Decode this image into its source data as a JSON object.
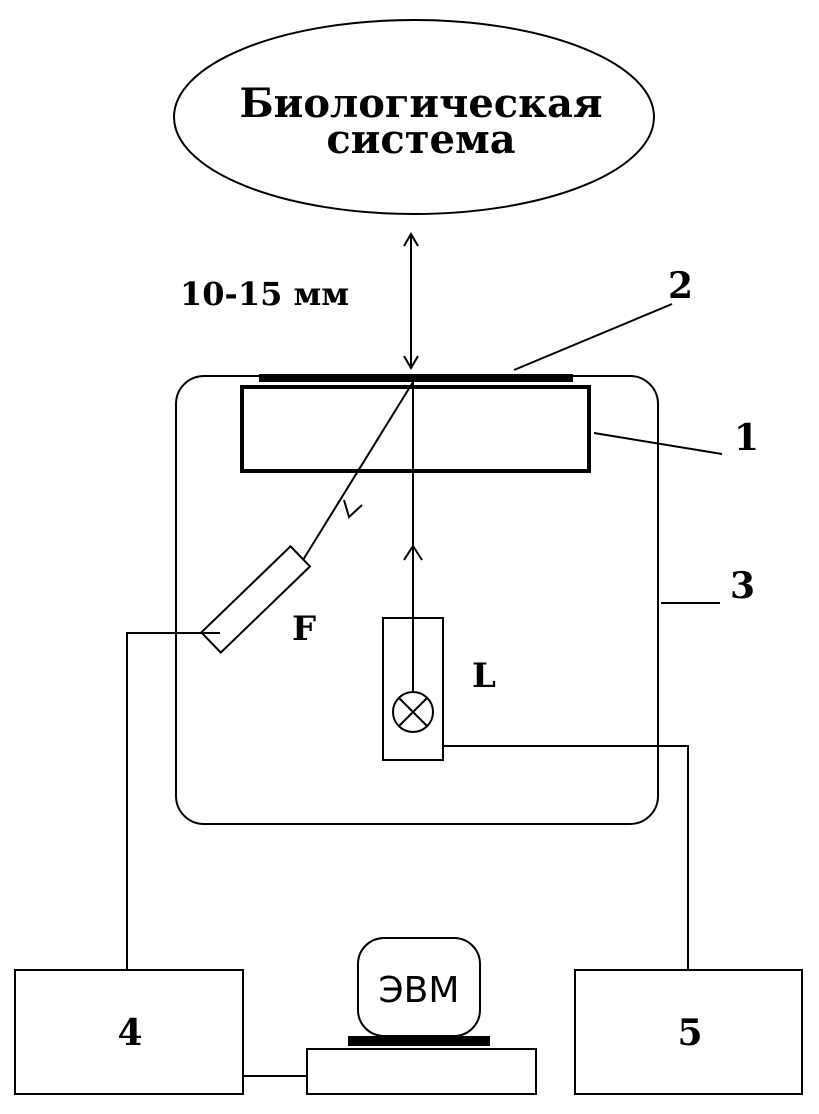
{
  "labels": {
    "bio_line1": "Биологическая",
    "bio_line2": "система",
    "distance": "10-15 мм",
    "n1": "1",
    "n2": "2",
    "n3": "3",
    "n4": "4",
    "n5": "5",
    "filter": "F",
    "lamp": "L",
    "computer": "ЭВМ"
  },
  "colors": {
    "line": "#000000",
    "background": "#ffffff"
  }
}
